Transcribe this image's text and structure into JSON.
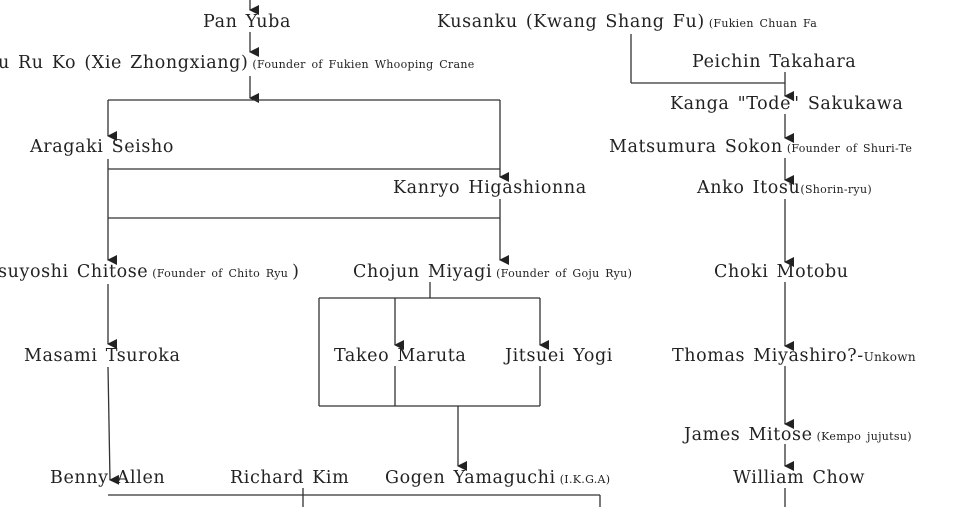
{
  "nodes": {
    "pan_yuba": {
      "name": "Pan Yuba",
      "note": ""
    },
    "kusanku": {
      "name": "Kusanku (Kwang Shang Fu)",
      "note": "(Fukien Chuan Fa"
    },
    "xie": {
      "name": "u Ru Ko (Xie Zhongxiang)",
      "note": "(Founder of Fukien Whooping Crane"
    },
    "peichin": {
      "name": "Peichin Takahara",
      "note": ""
    },
    "kanga": {
      "name": "Kanga \"Tode\" Sakukawa",
      "note": ""
    },
    "aragaki": {
      "name": "Aragaki Seisho",
      "note": ""
    },
    "matsumura": {
      "name": "Matsumura Sokon",
      "note": "(Founder of Shuri-Te"
    },
    "kanryo": {
      "name": "Kanryo Higashionna",
      "note": ""
    },
    "itosu": {
      "name": "Anko Itosu",
      "note": "(Shorin-ryu)"
    },
    "chitose": {
      "name": "suyoshi Chitose",
      "note": "(Founder of Chito Ryu",
      "tail": ")"
    },
    "miyagi": {
      "name": "Chojun Miyagi",
      "note": "(Founder of Goju Ryu)"
    },
    "motobu": {
      "name": "Choki Motobu",
      "note": ""
    },
    "tsuroka": {
      "name": "Masami Tsuroka",
      "note": ""
    },
    "maruta": {
      "name": "Takeo Maruta",
      "note": ""
    },
    "yogi": {
      "name": "Jitsuei Yogi",
      "note": ""
    },
    "miyashiro": {
      "name": "Thomas Miyashiro?-",
      "note": "Unkown"
    },
    "mitose": {
      "name": "James Mitose",
      "note": "(Kempo jujutsu)"
    },
    "allen": {
      "name": "Benny Allen",
      "note": ""
    },
    "kim": {
      "name": "Richard Kim",
      "note": ""
    },
    "yamaguchi": {
      "name": "Gogen Yamaguchi",
      "note": "(I.K.G.A)"
    },
    "chow": {
      "name": "William Chow",
      "note": ""
    }
  }
}
